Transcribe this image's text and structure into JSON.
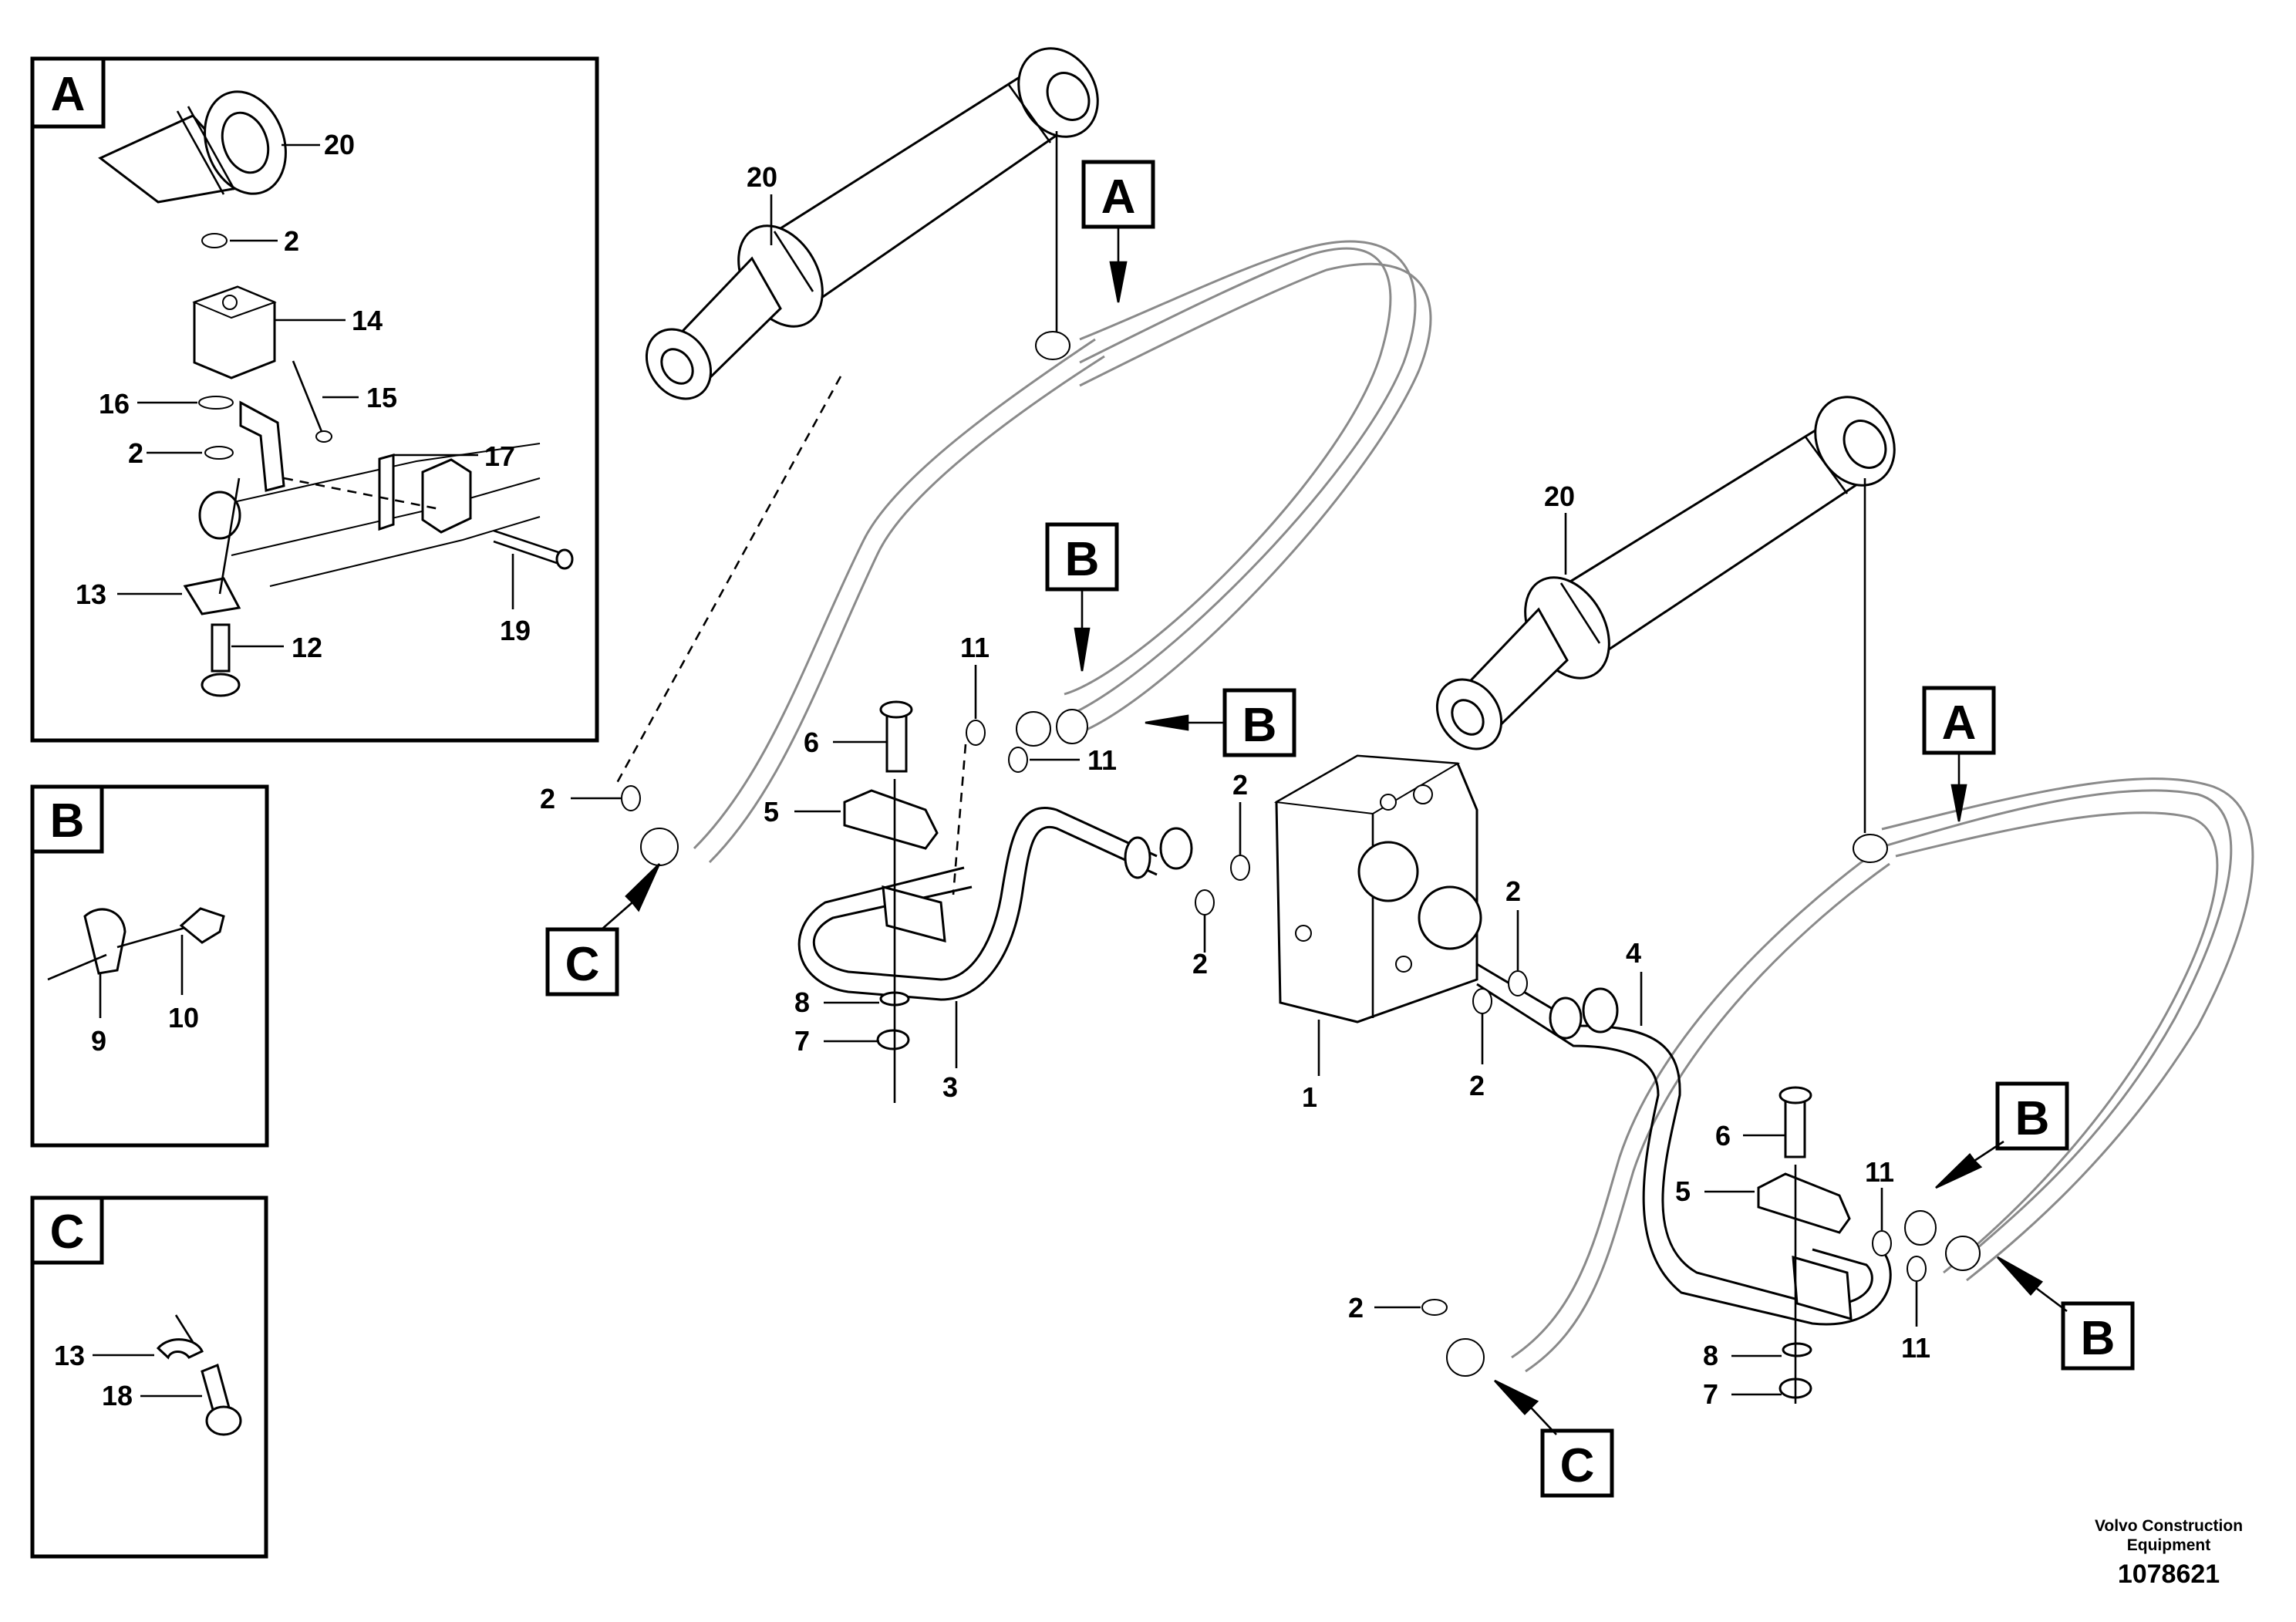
{
  "panels": {
    "A": {
      "letter": "A",
      "labels": {
        "p20": "20",
        "p2a": "2",
        "p14": "14",
        "p16": "16",
        "p15": "15",
        "p2b": "2",
        "p17": "17",
        "p13": "13",
        "p19": "19",
        "p12": "12"
      }
    },
    "B": {
      "letter": "B",
      "labels": {
        "p9": "9",
        "p10": "10"
      }
    },
    "C": {
      "letter": "C",
      "labels": {
        "p13": "13",
        "p18": "18"
      }
    }
  },
  "callouts": {
    "a1": "A",
    "b1": "B",
    "b2": "B",
    "c1": "C",
    "a2": "A",
    "b3": "B",
    "b4": "B",
    "c2": "C"
  },
  "labels": {
    "l20a": "20",
    "l20b": "20",
    "l11a": "11",
    "l11b": "11",
    "l6a": "6",
    "l5a": "5",
    "l2a": "2",
    "l2b": "2",
    "l2c": "2",
    "l2d": "2",
    "l2e": "2",
    "l2f": "2",
    "l8a": "8",
    "l7a": "7",
    "l3": "3",
    "l1": "1",
    "l4": "4",
    "l6b": "6",
    "l5b": "5",
    "l11c": "11",
    "l11d": "11",
    "l8b": "8",
    "l7b": "7"
  },
  "footer": {
    "company_line1": "Volvo Construction",
    "company_line2": "Equipment",
    "drawing_number": "1078621"
  }
}
